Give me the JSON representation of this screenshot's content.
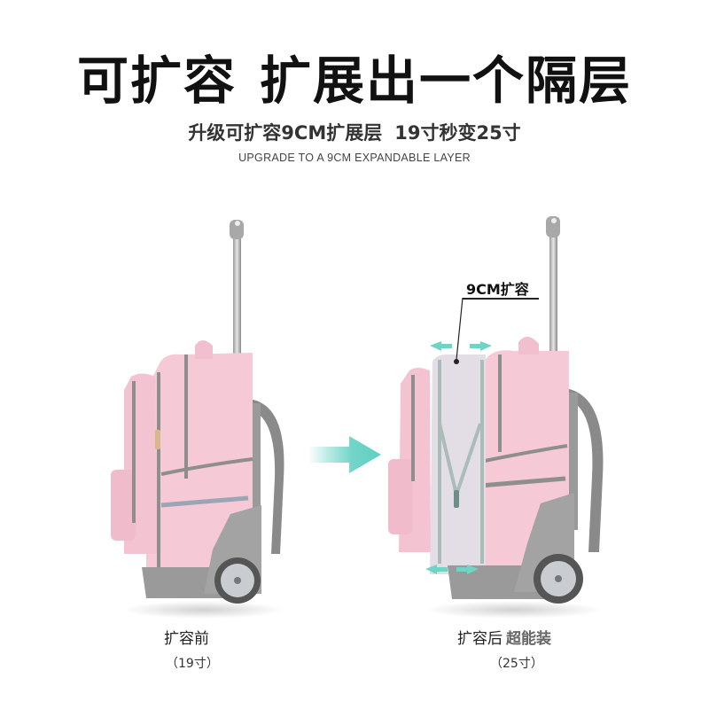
{
  "header": {
    "headline_part1": "可扩容",
    "headline_part2": "扩展出一个隔层",
    "subline_part1": "升级可扩容9CM扩展层",
    "subline_part2": "19寸秒变25寸",
    "english": "UPGRADE TO A 9CM EXPANDABLE LAYER"
  },
  "comparison": {
    "before": {
      "image": "pink-rolling-backpack-side-view-before",
      "label": "扩容前",
      "size": "（19寸）"
    },
    "arrow_icon": "arrow-right-icon",
    "after": {
      "image": "pink-rolling-backpack-side-view-expanded",
      "label": "扩容后",
      "highlight": "超能装",
      "size": "（25寸）",
      "callout": "9CM扩容"
    }
  },
  "colors": {
    "bag_pink": "#f5c9d6",
    "trim_gray": "#8e8e8e",
    "expansion_panel": "#e3dde6",
    "arrow_teal": "#5fd0c2"
  }
}
